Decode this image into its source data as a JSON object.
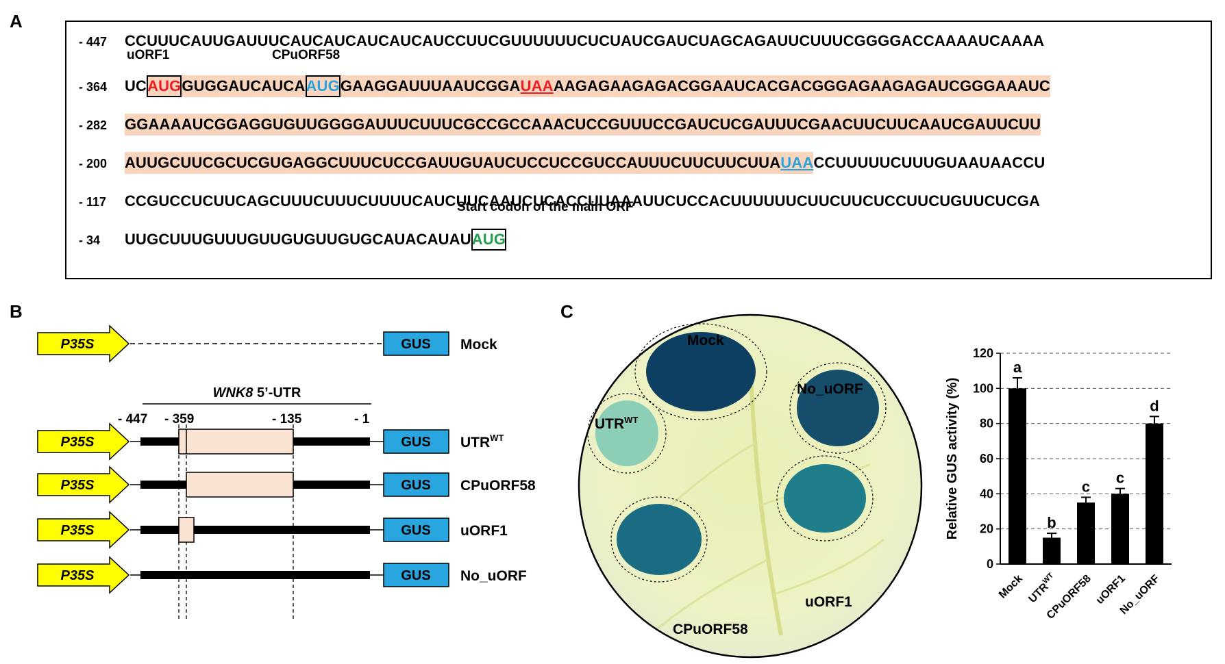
{
  "panels": {
    "a": "A",
    "b": "B",
    "c": "C"
  },
  "sequence": {
    "rows": [
      {
        "pos": "- 447",
        "segments": [
          {
            "t": "CCUUUCAUUGAUUUCAUCAUCAUCAUCAUCCUUCGUUUUUUCUCUAUCGAUCUAGCAGAUUCUUUCGGGGACCAAAAUCAAAA",
            "s": ""
          }
        ]
      },
      {
        "pos": "- 364",
        "segments": [
          {
            "t": "UC",
            "s": ""
          },
          {
            "t": "AUG",
            "s": "hl red boxed"
          },
          {
            "t": "GUGGAUCAUCA",
            "s": "hl"
          },
          {
            "t": "AUG",
            "s": "hl blue boxed"
          },
          {
            "t": "GAAGGAUUUAAUCGGA",
            "s": "hl"
          },
          {
            "t": "UAA",
            "s": "hl red under"
          },
          {
            "t": "AAGAGAAGAGACGGAAUCACGACGGGAGAAGAGAUCGGGAAAUC",
            "s": "hl"
          }
        ]
      },
      {
        "pos": "- 282",
        "segments": [
          {
            "t": "GGAAAAUCGGAGGUGUUGGGGAUUUCUUUCGCCGCCAAACUCCGUUUCCGAUCUCGAUUUCGAACUUCUUCAAUCGAUUCUU",
            "s": "hl"
          }
        ]
      },
      {
        "pos": "- 200",
        "segments": [
          {
            "t": "AUUGCUUCGCUCGUGAGGCUUUCUCCGAUUGUAUCUCCUCCGUCCAUUUCUUCUUCUUA",
            "s": "hl"
          },
          {
            "t": "UAA",
            "s": "hl blue under"
          },
          {
            "t": "CCUUUUUCUUUGUAAUAACCU",
            "s": ""
          }
        ]
      },
      {
        "pos": "- 117",
        "segments": [
          {
            "t": "CCGUCCUCUUCAGCUUUCUUUCUUUUCAUCUUCAAUCUCACCUUAAAUUCUCCACUUUUUUCUUCUUCUCCUUCUGUUCUCGA",
            "s": ""
          }
        ]
      },
      {
        "pos": "- 34",
        "segments": [
          {
            "t": "UUGCUUUGUUUGUUGUGUUGUGCAUACAUAU",
            "s": ""
          },
          {
            "t": "AUG",
            "s": "green boxed"
          }
        ]
      }
    ],
    "labels": {
      "uorf1": "uORF1",
      "cpuorf58": "CPuORF58",
      "start_codon": "Start codon of the main ORF"
    }
  },
  "constructs": {
    "promoter": "P35S",
    "reporter": "GUS",
    "utr_title_italic": "WNK8",
    "utr_title_rest": " 5’-UTR",
    "positions": [
      "- 447",
      "- 359",
      "- 135",
      "- 1"
    ],
    "rows": [
      {
        "name": "Mock",
        "sup": ""
      },
      {
        "name": "UTR",
        "sup": "WT"
      },
      {
        "name": "CPuORF58",
        "sup": ""
      },
      {
        "name": "uORF1",
        "sup": ""
      },
      {
        "name": "No_uORF",
        "sup": ""
      }
    ]
  },
  "plate": {
    "labels": {
      "mock": "Mock",
      "no_uorf": "No_uORF",
      "utr": "UTR",
      "utr_sup": "WT",
      "uorf1": "uORF1",
      "cpuorf58": "CPuORF58"
    }
  },
  "chart_data": {
    "type": "bar",
    "categories": [
      "Mock",
      "UTRWT",
      "CPuORF58",
      "uORF1",
      "No_uORF"
    ],
    "category_display": [
      {
        "main": "Mock",
        "sup": ""
      },
      {
        "main": "UTR",
        "sup": "WT"
      },
      {
        "main": "CPuORF58",
        "sup": ""
      },
      {
        "main": "uORF1",
        "sup": ""
      },
      {
        "main": "No_uORF",
        "sup": ""
      }
    ],
    "values": [
      100,
      15,
      35,
      40,
      80
    ],
    "errors": [
      6,
      2.5,
      3,
      3,
      4
    ],
    "significance": [
      "a",
      "b",
      "c",
      "c",
      "d"
    ],
    "ylabel": "Relative GUS activity (%)",
    "ylim": [
      0,
      120
    ],
    "yticks": [
      0,
      20,
      40,
      60,
      80,
      100,
      120
    ],
    "grid": "dashed horizontal",
    "bar_color": "#000000"
  },
  "colors": {
    "highlight": "#f9d5bd",
    "red": "#ee1c24",
    "blue": "#29a3dc",
    "green": "#22a04b",
    "promoter": "#ffff00",
    "gus": "#29a6df",
    "utr_region": "#fbe3d4"
  }
}
